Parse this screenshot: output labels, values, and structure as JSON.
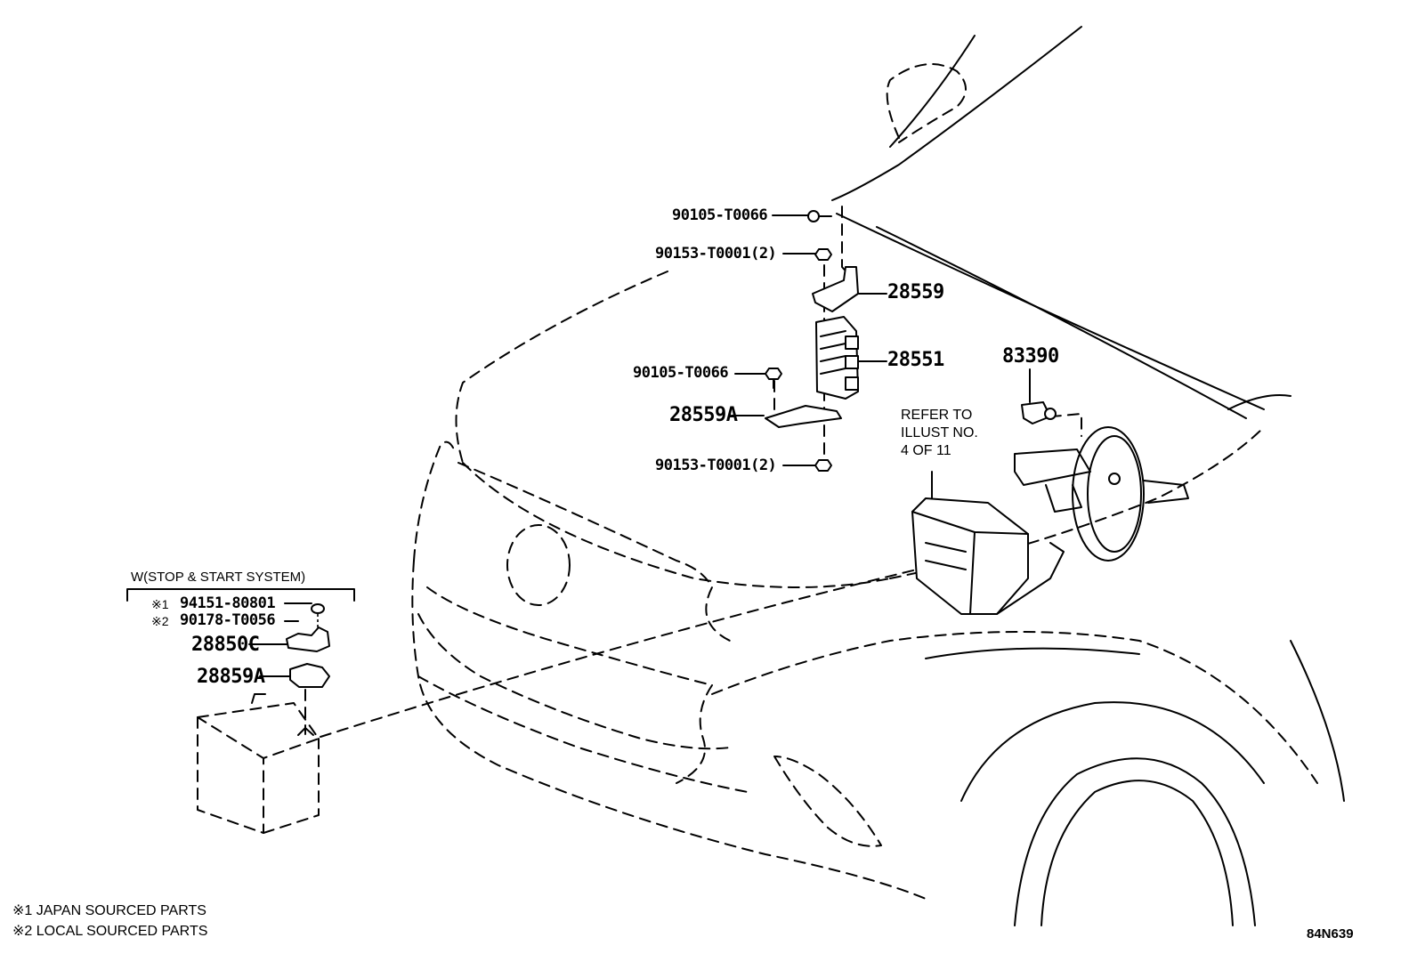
{
  "diagram_id": "84N639",
  "parts": {
    "p_90105_top": "90105-T0066",
    "p_90153_top": "90153-T0001(2)",
    "p_28559": "28559",
    "p_28551": "28551",
    "p_90105_mid": "90105-T0066",
    "p_28559a": "28559A",
    "p_90153_bot": "90153-T0001(2)",
    "p_83390": "83390",
    "p_94151": "94151-80801",
    "p_90178": "90178-T0056",
    "p_28850c": "28850C",
    "p_28859a": "28859A"
  },
  "refer_note": [
    "REFER TO",
    "ILLUST NO.",
    "4 OF 11"
  ],
  "stop_start": {
    "title": "W(STOP & START SYSTEM)",
    "mark1": "※1",
    "mark2": "※2"
  },
  "legend": [
    "※1 JAPAN SOURCED PARTS",
    "※2 LOCAL SOURCED PARTS"
  ]
}
